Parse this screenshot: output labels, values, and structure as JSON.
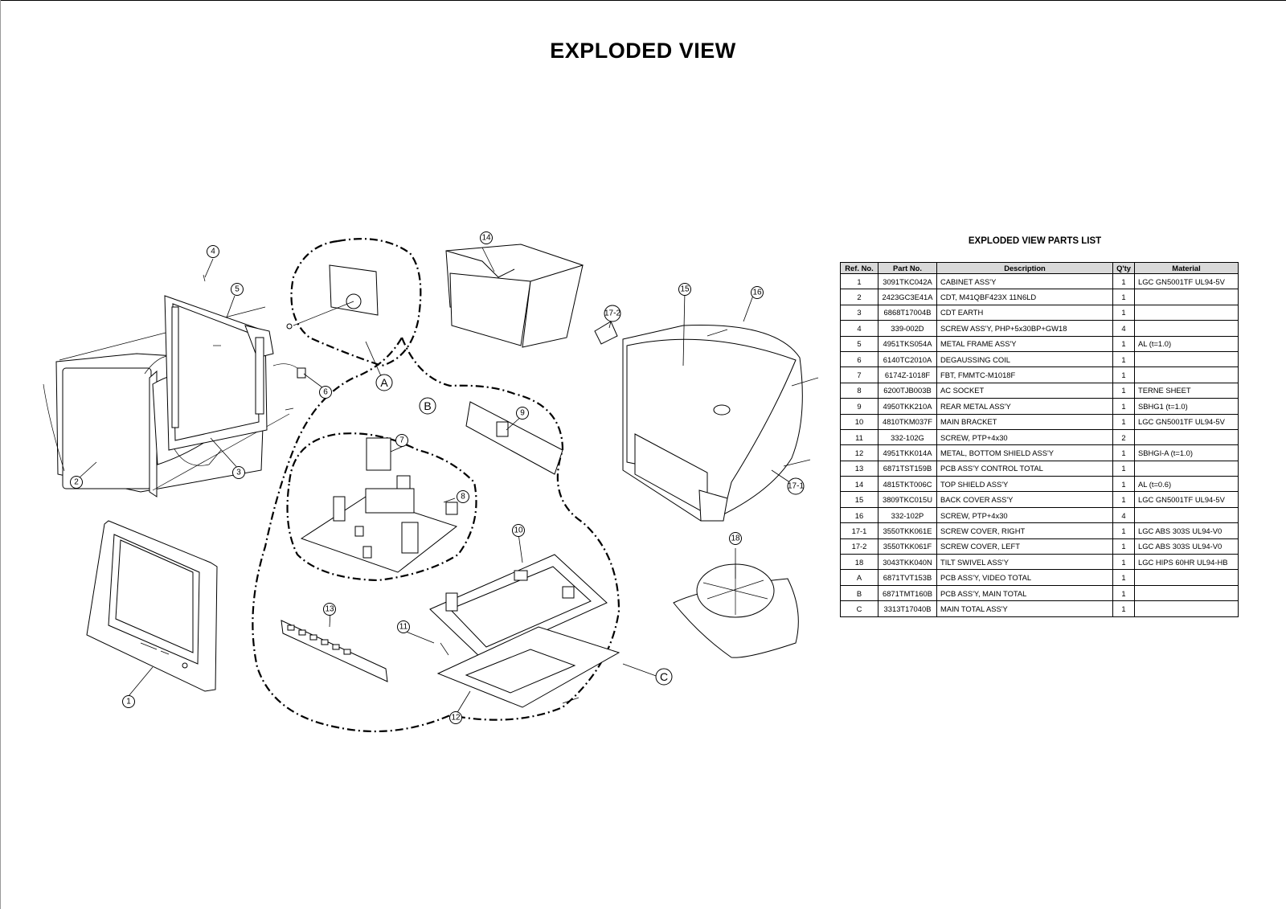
{
  "page": {
    "title": "EXPLODED VIEW"
  },
  "parts_list": {
    "title": "EXPLODED VIEW PARTS LIST",
    "columns": [
      "Ref. No.",
      "Part No.",
      "Description",
      "Q'ty",
      "Material"
    ],
    "rows": [
      [
        "1",
        "3091TKC042A",
        "CABINET ASS'Y",
        "1",
        "LGC GN5001TF   UL94-5V"
      ],
      [
        "2",
        "2423GC3E41A",
        "CDT, M41QBF423X 11N6LD",
        "1",
        ""
      ],
      [
        "3",
        "6868T17004B",
        "CDT EARTH",
        "1",
        ""
      ],
      [
        "4",
        "339-002D",
        "SCREW ASS'Y, PHP+5x30BP+GW18",
        "4",
        ""
      ],
      [
        "5",
        "4951TKS054A",
        "METAL FRAME ASS'Y",
        "1",
        "AL (t=1.0)"
      ],
      [
        "6",
        "6140TC2010A",
        "DEGAUSSING COIL",
        "1",
        ""
      ],
      [
        "7",
        "6174Z-1018F",
        "FBT, FMMTC-M1018F",
        "1",
        ""
      ],
      [
        "8",
        "6200TJB003B",
        "AC SOCKET",
        "1",
        "TERNE SHEET"
      ],
      [
        "9",
        "4950TKK210A",
        "REAR METAL ASS'Y",
        "1",
        "SBHG1 (t=1.0)"
      ],
      [
        "10",
        "4810TKM037F",
        "MAIN BRACKET",
        "1",
        "LGC GN5001TF   UL94-5V"
      ],
      [
        "11",
        "332-102G",
        "SCREW, PTP+4x30",
        "2",
        ""
      ],
      [
        "12",
        "4951TKK014A",
        "METAL, BOTTOM SHIELD ASS'Y",
        "1",
        "SBHGI-A (t=1.0)"
      ],
      [
        "13",
        "6871TST159B",
        "PCB ASS'Y CONTROL TOTAL",
        "1",
        ""
      ],
      [
        "14",
        "4815TKT006C",
        "TOP SHIELD ASS'Y",
        "1",
        "AL (t=0.6)"
      ],
      [
        "15",
        "3809TKC015U",
        "BACK COVER ASS'Y",
        "1",
        "LGC GN5001TF   UL94-5V"
      ],
      [
        "16",
        "332-102P",
        "SCREW, PTP+4x30",
        "4",
        ""
      ],
      [
        "17-1",
        "3550TKK061E",
        "SCREW COVER, RIGHT",
        "1",
        "LGC ABS 303S UL94-V0"
      ],
      [
        "17-2",
        "3550TKK061F",
        "SCREW COVER, LEFT",
        "1",
        "LGC ABS 303S UL94-V0"
      ],
      [
        "18",
        "3043TKK040N",
        "TILT SWIVEL ASS'Y",
        "1",
        "LGC HIPS 60HR  UL94-HB"
      ],
      [
        "A",
        "6871TVT153B",
        "PCB ASS'Y, VIDEO TOTAL",
        "1",
        ""
      ],
      [
        "B",
        "6871TMT160B",
        "PCB ASS'Y, MAIN TOTAL",
        "1",
        ""
      ],
      [
        "C",
        "3313T17040B",
        "MAIN TOTAL ASS'Y",
        "1",
        ""
      ]
    ]
  },
  "callouts": {
    "c1": "1",
    "c2": "2",
    "c3": "3",
    "c4": "4",
    "c5": "5",
    "c6": "6",
    "c7": "7",
    "c8": "8",
    "c9": "9",
    "c10": "10",
    "c11": "11",
    "c12": "12",
    "c13": "13",
    "c14": "14",
    "c15": "15",
    "c16": "16",
    "c17_1": "17-1",
    "c17_2": "17-2",
    "c18": "18",
    "cA": "A",
    "cB": "B",
    "cC": "C"
  }
}
